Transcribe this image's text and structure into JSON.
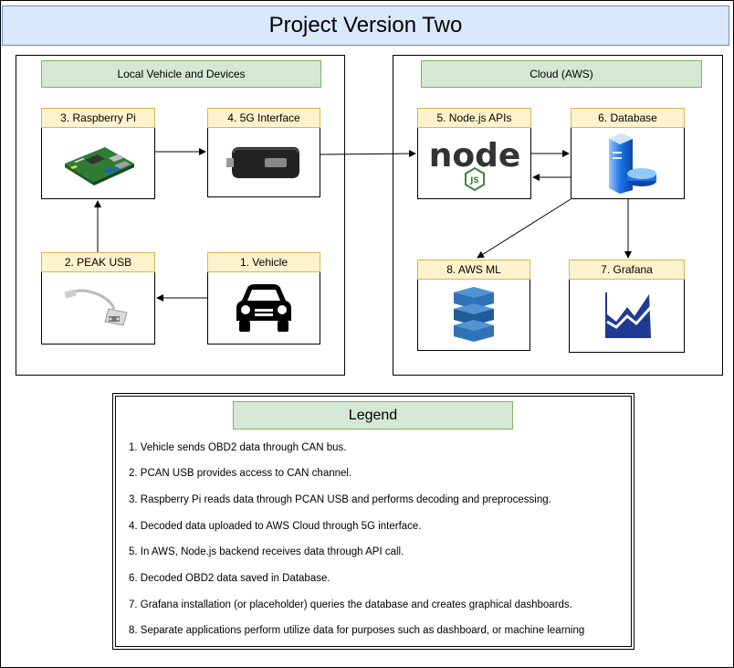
{
  "title": "Project Version Two",
  "groups": {
    "local": {
      "label": "Local Vehicle and Devices"
    },
    "cloud": {
      "label": "Cloud (AWS)"
    }
  },
  "nodes": {
    "raspberry_pi": {
      "label": "3. Raspberry Pi",
      "icon": "raspberry-pi-board-icon"
    },
    "interface_5g": {
      "label": "4. 5G Interface",
      "icon": "5g-modem-icon"
    },
    "peak_usb": {
      "label": "2. PEAK USB",
      "icon": "usb-adapter-icon"
    },
    "vehicle": {
      "label": "1. Vehicle",
      "icon": "car-icon"
    },
    "nodejs": {
      "label": "5. Node.js APIs",
      "icon": "nodejs-logo-icon",
      "logo_text": "node",
      "logo_badge": "JS"
    },
    "database": {
      "label": "6. Database",
      "icon": "database-server-icon"
    },
    "aws_ml": {
      "label": "8. AWS ML",
      "icon": "aws-ml-icon"
    },
    "grafana": {
      "label": "7. Grafana",
      "icon": "area-chart-icon"
    }
  },
  "legend": {
    "title": "Legend",
    "items": [
      "1. Vehicle sends OBD2 data through CAN bus.",
      "2. PCAN USB provides access to CAN channel.",
      "3. Raspberry Pi reads data through PCAN USB and performs decoding and preprocessing.",
      "4. Decoded data uploaded to AWS Cloud through 5G interface.",
      "5. In AWS, Node.js backend receives data through API call.",
      "6. Decoded OBD2 data saved in Database.",
      "7. Grafana installation (or placeholder) queries the database and creates graphical dashboards.",
      "8. Separate applications perform utilize data for purposes such as dashboard, or machine learning"
    ]
  },
  "colors": {
    "title_fill": "#dae8fc",
    "group_label_fill": "#d5e8d4",
    "node_header_fill": "#fff2cc",
    "node_blue": "#1a73e8",
    "nodejs_green": "#3c873a",
    "grafana_navy": "#1f3a93"
  }
}
